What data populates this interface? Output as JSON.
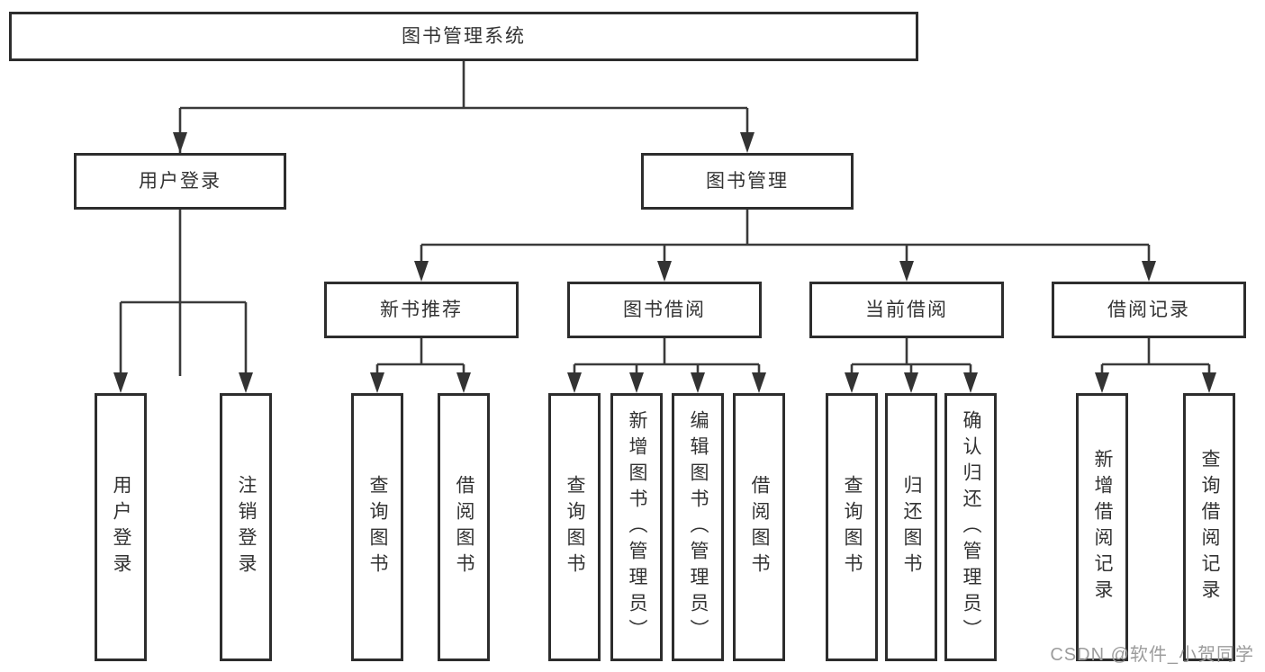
{
  "diagram": {
    "type": "tree",
    "title": "图书管理系统",
    "nodes": {
      "root": {
        "label": "图书管理系统"
      },
      "login": {
        "label": "用户登录"
      },
      "mgmt": {
        "label": "图书管理"
      },
      "rec": {
        "label": "新书推荐"
      },
      "borrow": {
        "label": "图书借阅"
      },
      "current": {
        "label": "当前借阅"
      },
      "records": {
        "label": "借阅记录"
      },
      "leaf_login": {
        "label": "用户登录"
      },
      "leaf_logout": {
        "label": "注销登录"
      },
      "rec_query": {
        "label": "查询图书"
      },
      "rec_borrow": {
        "label": "借阅图书"
      },
      "bor_query": {
        "label": "查询图书"
      },
      "bor_add": {
        "label": "新增图书（管理员）"
      },
      "bor_edit": {
        "label": "编辑图书（管理员）"
      },
      "bor_borrow": {
        "label": "借阅图书"
      },
      "cur_query": {
        "label": "查询图书"
      },
      "cur_return": {
        "label": "归还图书"
      },
      "cur_confirm": {
        "label": "确认归还（管理员）"
      },
      "recd_add": {
        "label": "新增借阅记录"
      },
      "recd_query": {
        "label": "查询借阅记录"
      }
    },
    "edges": [
      [
        "root",
        "login"
      ],
      [
        "root",
        "mgmt"
      ],
      [
        "login",
        "leaf_login"
      ],
      [
        "login",
        "leaf_logout"
      ],
      [
        "mgmt",
        "rec"
      ],
      [
        "mgmt",
        "borrow"
      ],
      [
        "mgmt",
        "current"
      ],
      [
        "mgmt",
        "records"
      ],
      [
        "rec",
        "rec_query"
      ],
      [
        "rec",
        "rec_borrow"
      ],
      [
        "borrow",
        "bor_query"
      ],
      [
        "borrow",
        "bor_add"
      ],
      [
        "borrow",
        "bor_edit"
      ],
      [
        "borrow",
        "bor_borrow"
      ],
      [
        "current",
        "cur_query"
      ],
      [
        "current",
        "cur_return"
      ],
      [
        "current",
        "cur_confirm"
      ],
      [
        "records",
        "recd_add"
      ],
      [
        "records",
        "recd_query"
      ]
    ]
  },
  "watermark": {
    "text": "CSDN @软件_小贺同学"
  },
  "colors": {
    "background": "#ffffff",
    "line": "#3a3a3a",
    "box_border": "#2d2d2d",
    "text": "#333333",
    "watermark": "#9c9c9c"
  }
}
